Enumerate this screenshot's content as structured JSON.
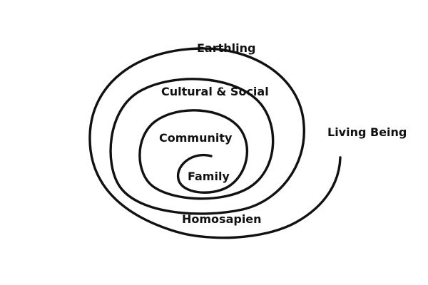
{
  "diagram": {
    "labels": {
      "earthling": "Earthling",
      "cultural_social": "Cultural & Social",
      "community": "Community",
      "family": "Family",
      "homosapien": "Homosapien",
      "living_being": "Living Being"
    },
    "stroke_color": "#111111",
    "background_color": "#ffffff"
  }
}
